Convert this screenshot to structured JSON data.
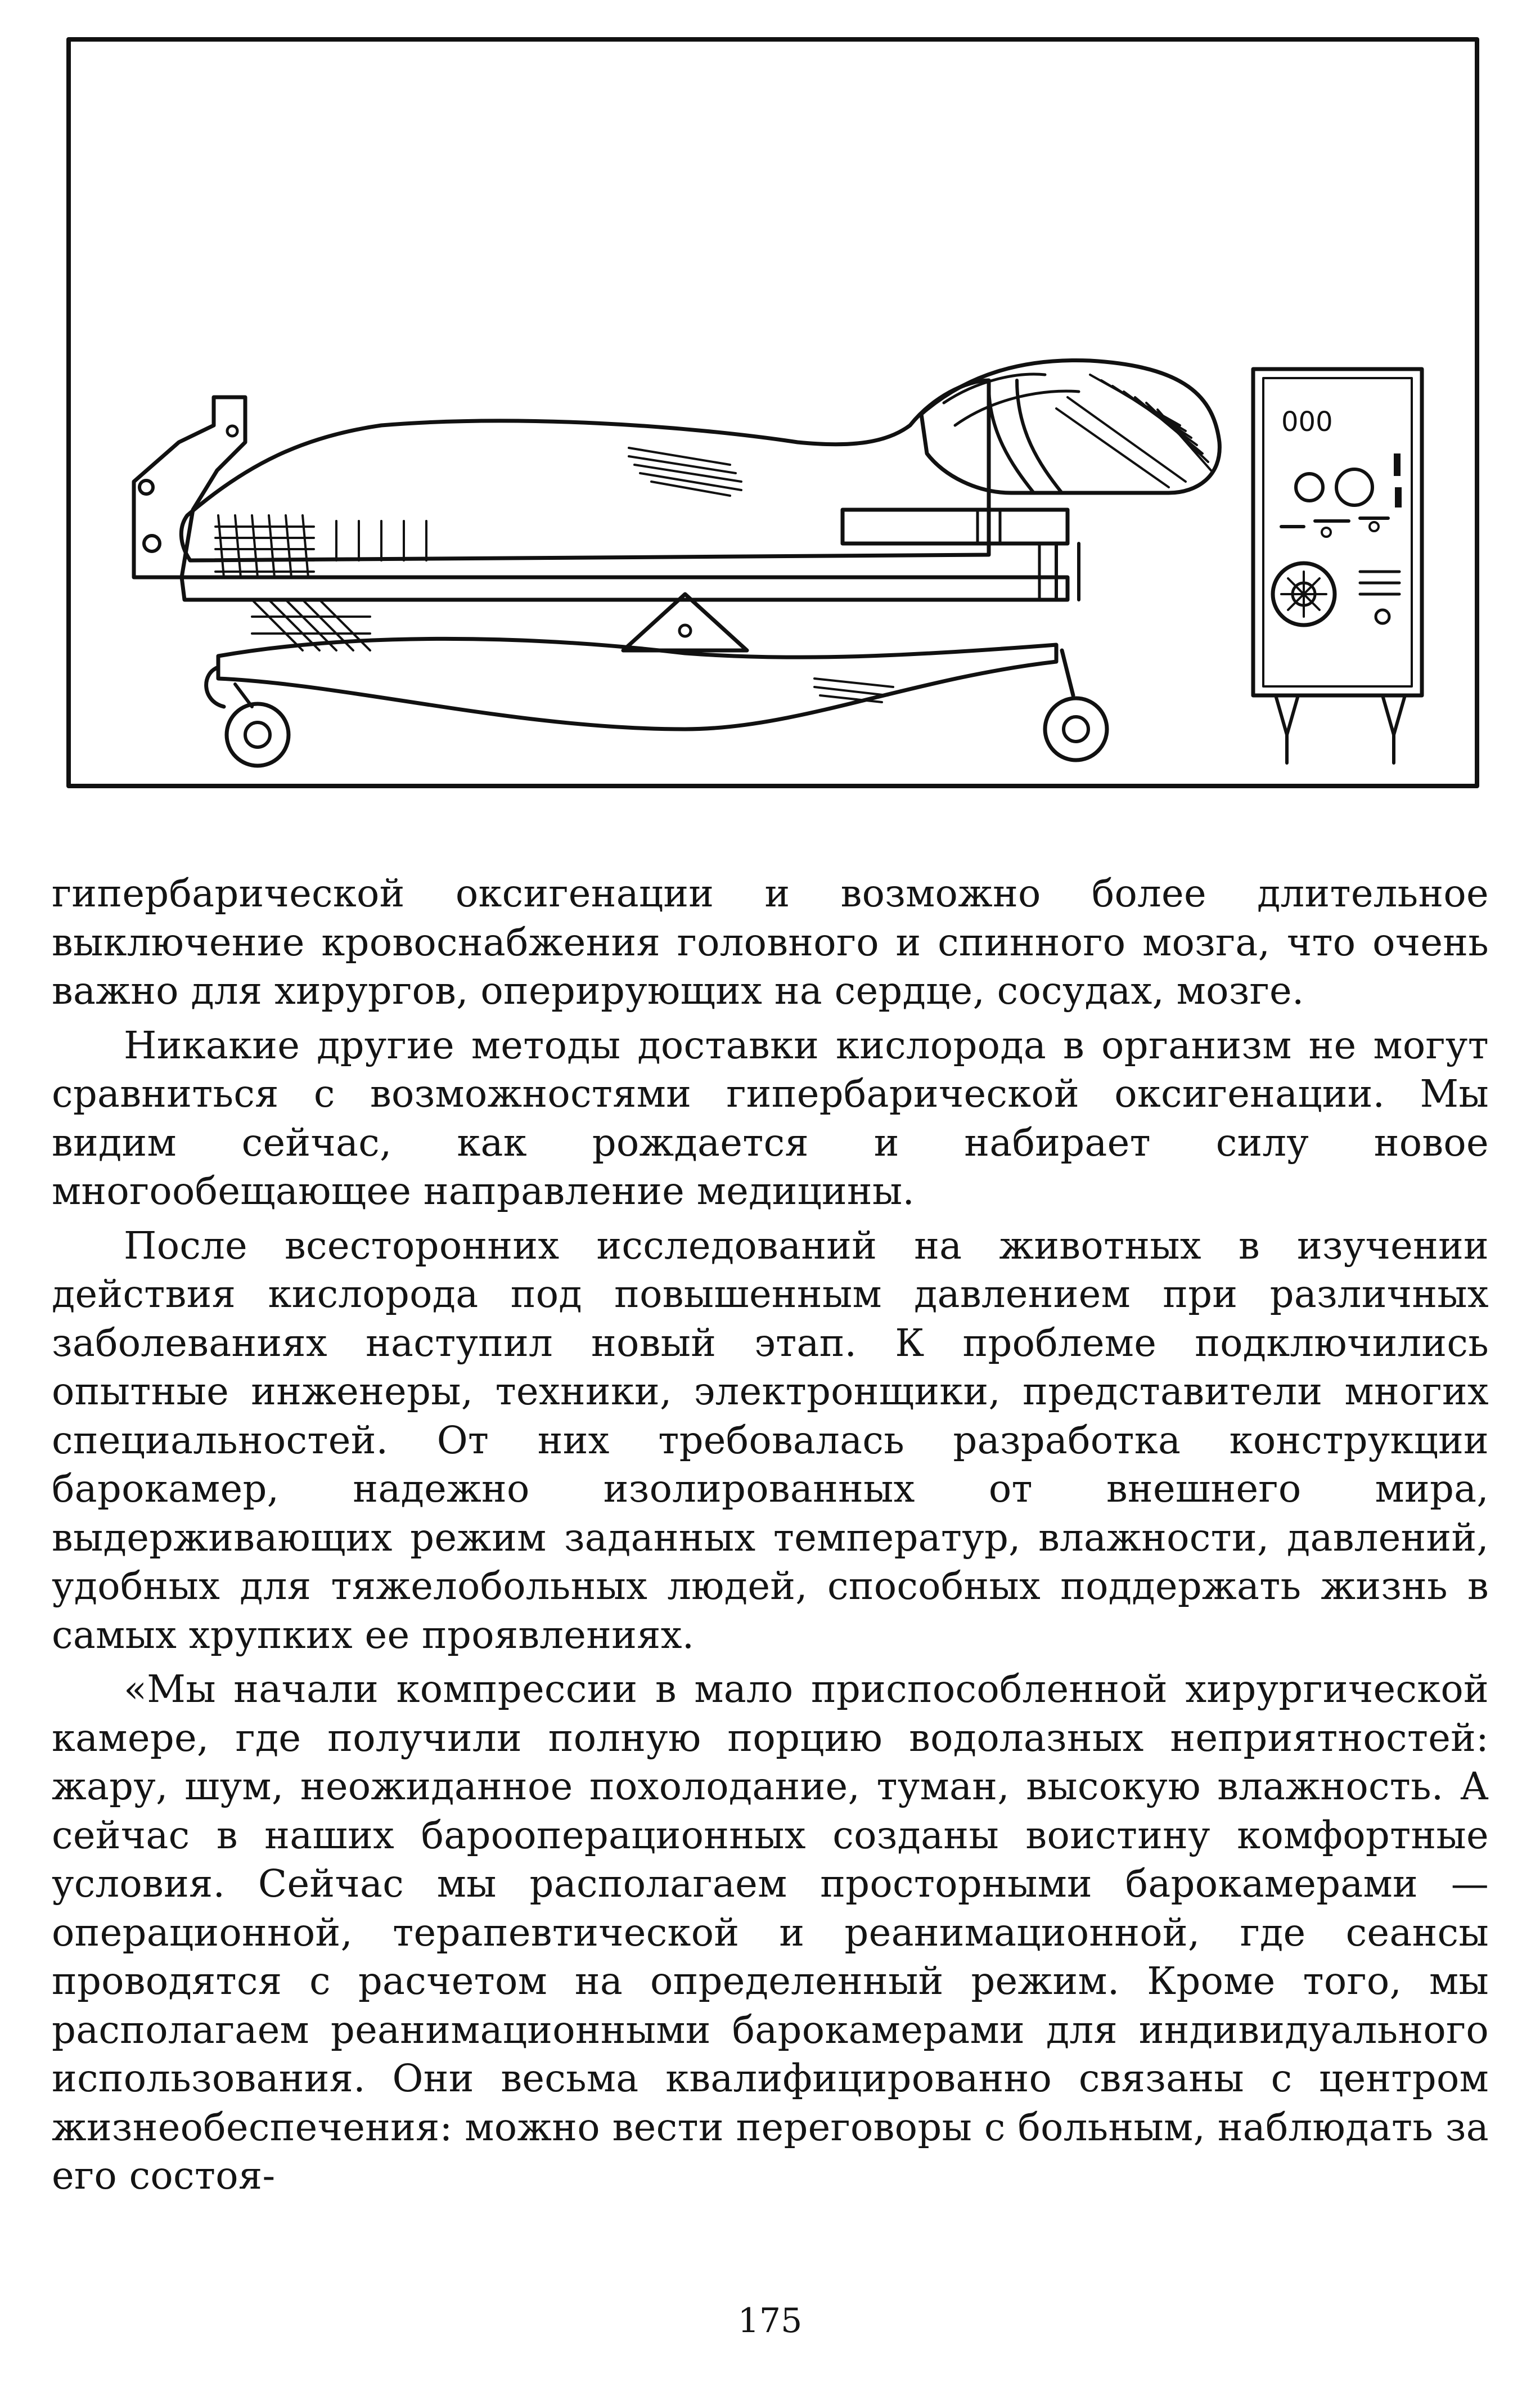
{
  "paragraphs": [
    "гипербарической оксигенации и возможно более длительное выключение кровоснабжения головного и спинного мозга, что очень важно для хирургов, оперирующих на сердце, сосудах, мозге.",
    "Никакие другие методы доставки кислорода в организм не могут сравниться с возможностями гипербарической оксигенации. Мы видим сейчас, как рождается и набирает силу новое многообещающее направление медицины.",
    "После всесторонних исследований на животных в изучении действия кислорода под повышенным давлением при различных заболеваниях наступил новый этап. К проблеме подключились опытные инженеры, техники, электронщики, представители многих специальностей. От них требовалась разработка конструкции барокамер, надежно изолированных от внешнего мира, выдерживающих режим заданных температур, влажности, давлений, удобных для тяжелобольных людей, способных поддержать жизнь в самых хрупких ее проявлениях.",
    "«Мы начали компрессии в мало приспособленной хирургической камере, где получили полную порцию водолазных неприятностей: жару, шум, неожиданное похолодание, туман, высокую влажность. А сейчас в наших бароoперационных созданы воистину комфортные условия. Сейчас мы располагаем просторными барокамерами — операционной, терапевтической и реанимационной, где сеансы проводятся с расчетом на определенный режим. Кроме того, мы располагаем реанимационными барокамерами для индивидуального использования. Они весьма квалифицированно связаны с центром жизнеобеспечения: можно вести переговоры с больным, наблюдать за его состоя-"
  ],
  "page_number": "175",
  "illustration": {
    "icon": "pressure-chamber-stretcher-icon",
    "device_display": "000"
  }
}
